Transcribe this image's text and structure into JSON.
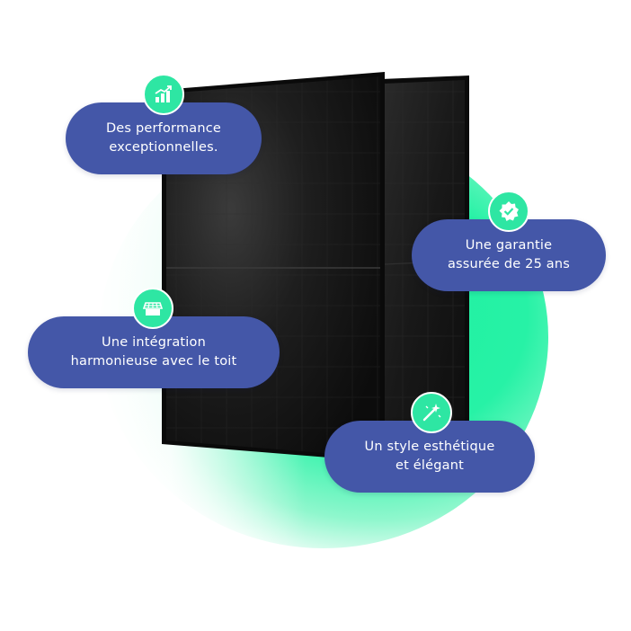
{
  "features": [
    {
      "icon": "growth-chart-icon",
      "line1": "Des performance",
      "line2": "exceptionnelles."
    },
    {
      "icon": "certified-check-icon",
      "line1": "Une garantie",
      "line2": "assurée de 25 ans"
    },
    {
      "icon": "solar-roof-icon",
      "line1": "Une intégration",
      "line2": "harmonieuse avec le toit"
    },
    {
      "icon": "magic-wand-icon",
      "line1": "Un style esthétique",
      "line2": "et élégant"
    }
  ],
  "colors": {
    "pill": "#4457a8",
    "badge": "#2ee6a3",
    "accent_blob": "#1ef0a0",
    "panel": "#1a1a1a"
  }
}
